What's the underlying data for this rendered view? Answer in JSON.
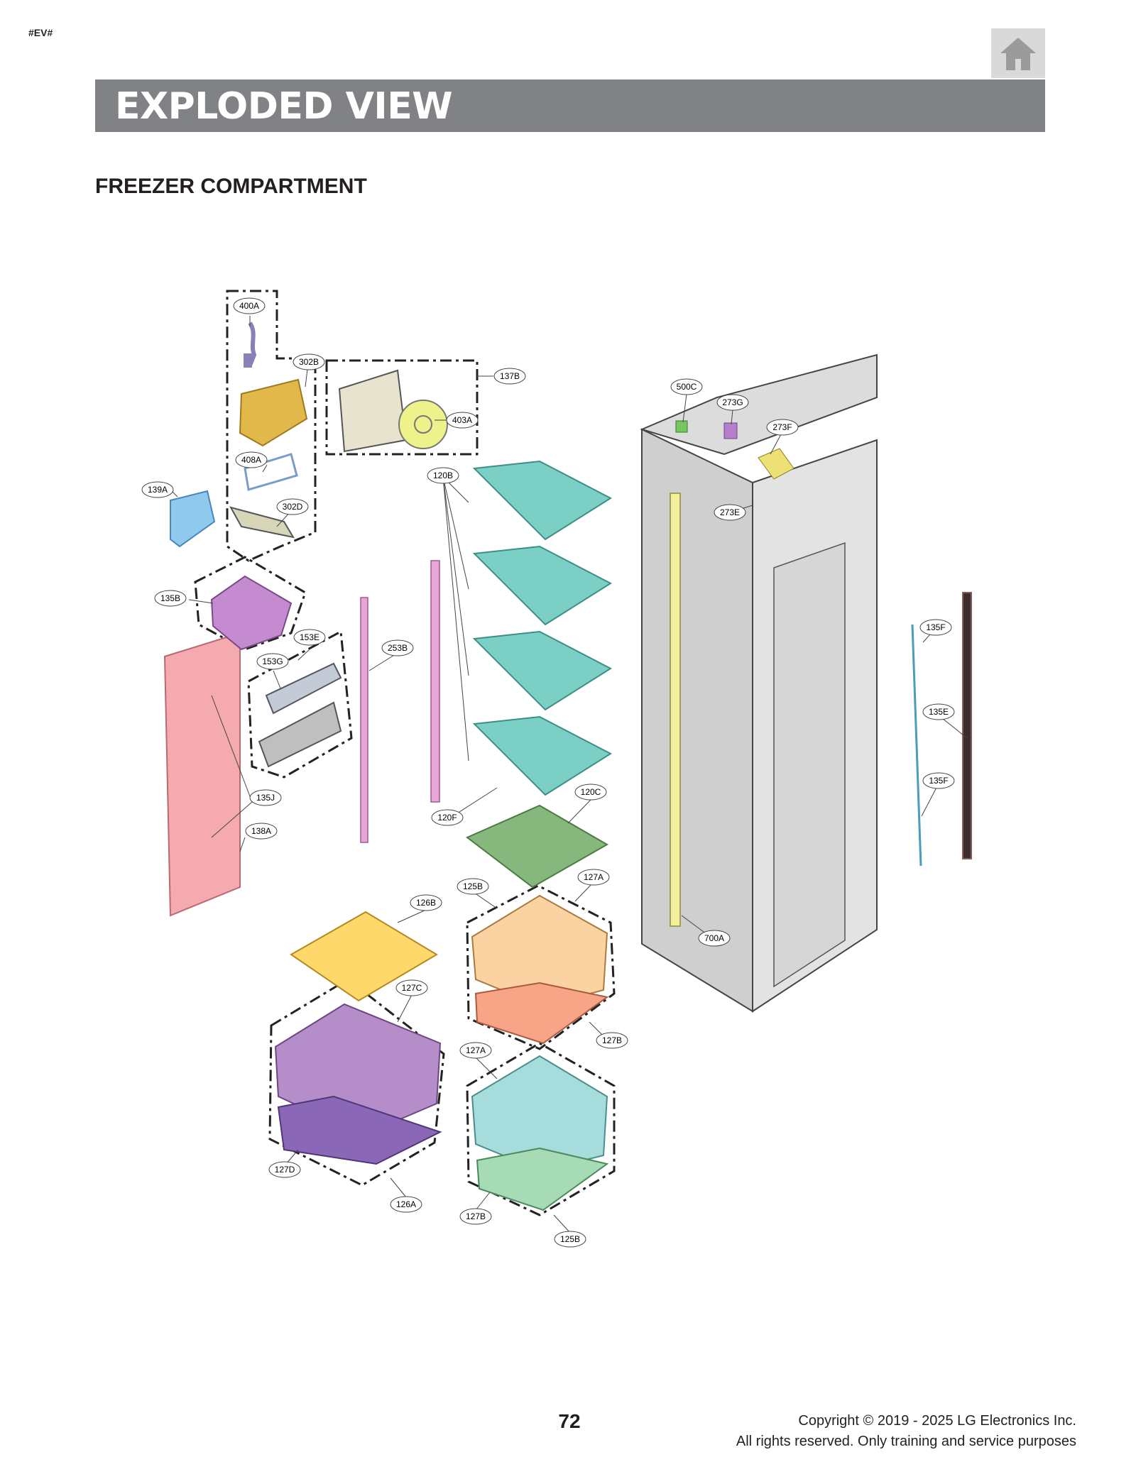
{
  "header": {
    "tag": "#EV#",
    "title": "EXPLODED VIEW",
    "home_icon": "home-icon"
  },
  "section_title": "FREEZER COMPARTMENT",
  "diagram": {
    "parts": [
      {
        "id": "400A",
        "label": "400A"
      },
      {
        "id": "302B",
        "label": "302B"
      },
      {
        "id": "137B",
        "label": "137B"
      },
      {
        "id": "403A",
        "label": "403A"
      },
      {
        "id": "408A",
        "label": "408A"
      },
      {
        "id": "139A",
        "label": "139A"
      },
      {
        "id": "302D",
        "label": "302D"
      },
      {
        "id": "120B",
        "label": "120B"
      },
      {
        "id": "135B",
        "label": "135B"
      },
      {
        "id": "153E",
        "label": "153E"
      },
      {
        "id": "153G",
        "label": "153G"
      },
      {
        "id": "253B",
        "label": "253B"
      },
      {
        "id": "135J",
        "label": "135J"
      },
      {
        "id": "138A",
        "label": "138A"
      },
      {
        "id": "120C",
        "label": "120C"
      },
      {
        "id": "120F",
        "label": "120F"
      },
      {
        "id": "125B_top",
        "label": "125B"
      },
      {
        "id": "127A_top",
        "label": "127A"
      },
      {
        "id": "126B",
        "label": "126B"
      },
      {
        "id": "127C",
        "label": "127C"
      },
      {
        "id": "127B_top",
        "label": "127B"
      },
      {
        "id": "127A_bottom",
        "label": "127A"
      },
      {
        "id": "127D",
        "label": "127D"
      },
      {
        "id": "126A",
        "label": "126A"
      },
      {
        "id": "127B_bottom",
        "label": "127B"
      },
      {
        "id": "125B_bottom",
        "label": "125B"
      },
      {
        "id": "500C",
        "label": "500C"
      },
      {
        "id": "273G",
        "label": "273G"
      },
      {
        "id": "273F",
        "label": "273F"
      },
      {
        "id": "273E",
        "label": "273E"
      },
      {
        "id": "700A",
        "label": "700A"
      },
      {
        "id": "135F_top",
        "label": "135F"
      },
      {
        "id": "135E",
        "label": "135E"
      },
      {
        "id": "135F_bottom",
        "label": "135F"
      }
    ]
  },
  "footer": {
    "page_number": "72",
    "copyright_line1": "Copyright © 2019 - 2025 LG Electronics Inc.",
    "copyright_line2": "All rights reserved. Only training and service purposes"
  }
}
